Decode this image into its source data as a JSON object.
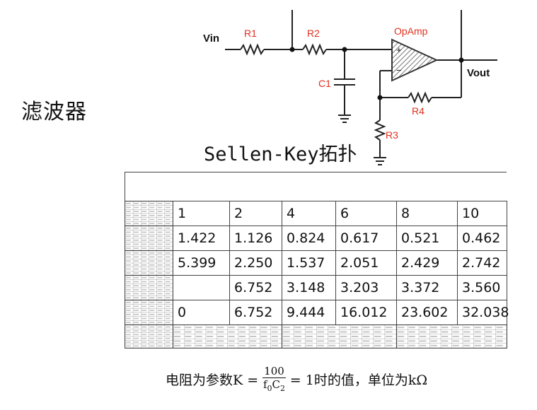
{
  "side_title": "滤波器",
  "circuit": {
    "labels": {
      "vin": "Vin",
      "vout": "Vout",
      "r1": "R1",
      "r2": "R2",
      "r3": "R3",
      "r4": "R4",
      "c1": "C1",
      "opamp": "OpAmp",
      "plus": "+",
      "minus": "−"
    },
    "label_color": "#e0301e"
  },
  "topology_title": "Sellen-Key拓扑",
  "table": {
    "rows": [
      [
        "1",
        "2",
        "4",
        "6",
        "8",
        "10"
      ],
      [
        "1.422",
        "1.126",
        "0.824",
        "0.617",
        "0.521",
        "0.462"
      ],
      [
        "5.399",
        "2.250",
        "1.537",
        "2.051",
        "2.429",
        "2.742"
      ],
      [
        "",
        "6.752",
        "3.148",
        "3.203",
        "3.372",
        "3.560"
      ],
      [
        "0",
        "6.752",
        "9.444",
        "16.012",
        "23.602",
        "32.038"
      ]
    ]
  },
  "caption": {
    "prefix": "电阻为参数K =",
    "numerator": "100",
    "denominator_base": "f",
    "denominator_sub1": "0",
    "denominator_c": "C",
    "denominator_sub2": "2",
    "suffix": "= 1时的值，单位为kΩ"
  }
}
